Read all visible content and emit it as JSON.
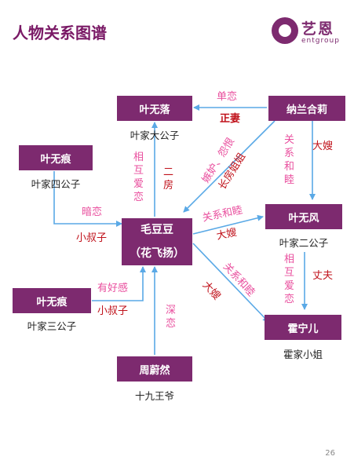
{
  "header": {
    "title": "人物关系图谱"
  },
  "logo": {
    "name": "艺恩",
    "sub": "entgroup"
  },
  "nodes": {
    "mao": {
      "name": "毛豆豆",
      "alias": "（花飞扬）"
    },
    "ye_wuluo": {
      "name": "叶无落",
      "role": "叶家大公子"
    },
    "nalan": {
      "name": "纳兰合莉"
    },
    "ye_wuhen_left": {
      "name": "叶无痕",
      "role": "叶家四公子"
    },
    "ye_wufeng": {
      "name": "叶无风",
      "role": "叶家二公子"
    },
    "ye_wuhen_low": {
      "name": "叶无痕",
      "role": "叶家三公子"
    },
    "huo": {
      "name": "霍宁儿",
      "role": "霍家小姐"
    },
    "zhou": {
      "name": "周蔚然",
      "role": "十九王爷"
    }
  },
  "labels": {
    "dan_lian": "单恋",
    "zheng_qi": "正妻",
    "jidu_yuanhen": "嫉妒、怨恨",
    "zhangfang_jiejie": "长房姐姐",
    "xianghu_ailian_1": "相互爱恋",
    "er_fang": "二房",
    "guanxi_hemu_1": "关系和睦",
    "da_sao_1": "大嫂",
    "an_lian": "暗恋",
    "xiao_shuzi_1": "小叔子",
    "guanxi_hemu_2": "关系和睦",
    "da_sao_2": "大嫂",
    "guanxi_hemu_3": "关系和睦",
    "da_sao_3": "大嫂",
    "xianghu_ailian_2": "相互爱恋",
    "zhang_fu": "丈夫",
    "you_haogan": "有好感",
    "xiao_shuzi_2": "小叔子",
    "shen_lian": "深恋"
  },
  "colors": {
    "box": "#7d2a6f",
    "title": "#7a1a66",
    "arrow": "#5aa9e6",
    "pink": "#e94f9e",
    "red": "#c0121b"
  },
  "page_number": "26"
}
